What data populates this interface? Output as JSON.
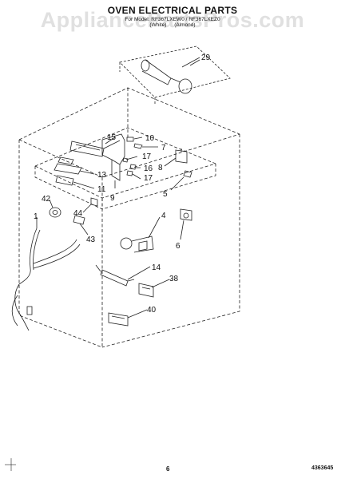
{
  "watermark": "AppliancePartsPros.com",
  "header": {
    "title": "OVEN ELECTRICAL PARTS",
    "model": "For Model: RF367LXEW0 / RF367LXEZ0",
    "color_1": "(White)",
    "color_2": "(Almond)"
  },
  "callouts": [
    "29",
    "15",
    "10",
    "7",
    "17",
    "16",
    "8",
    "17",
    "13",
    "11",
    "9",
    "5",
    "42",
    "44",
    "1",
    "4",
    "43",
    "6",
    "14",
    "38",
    "40"
  ],
  "footer": {
    "page": "6",
    "doc": "4363645"
  }
}
